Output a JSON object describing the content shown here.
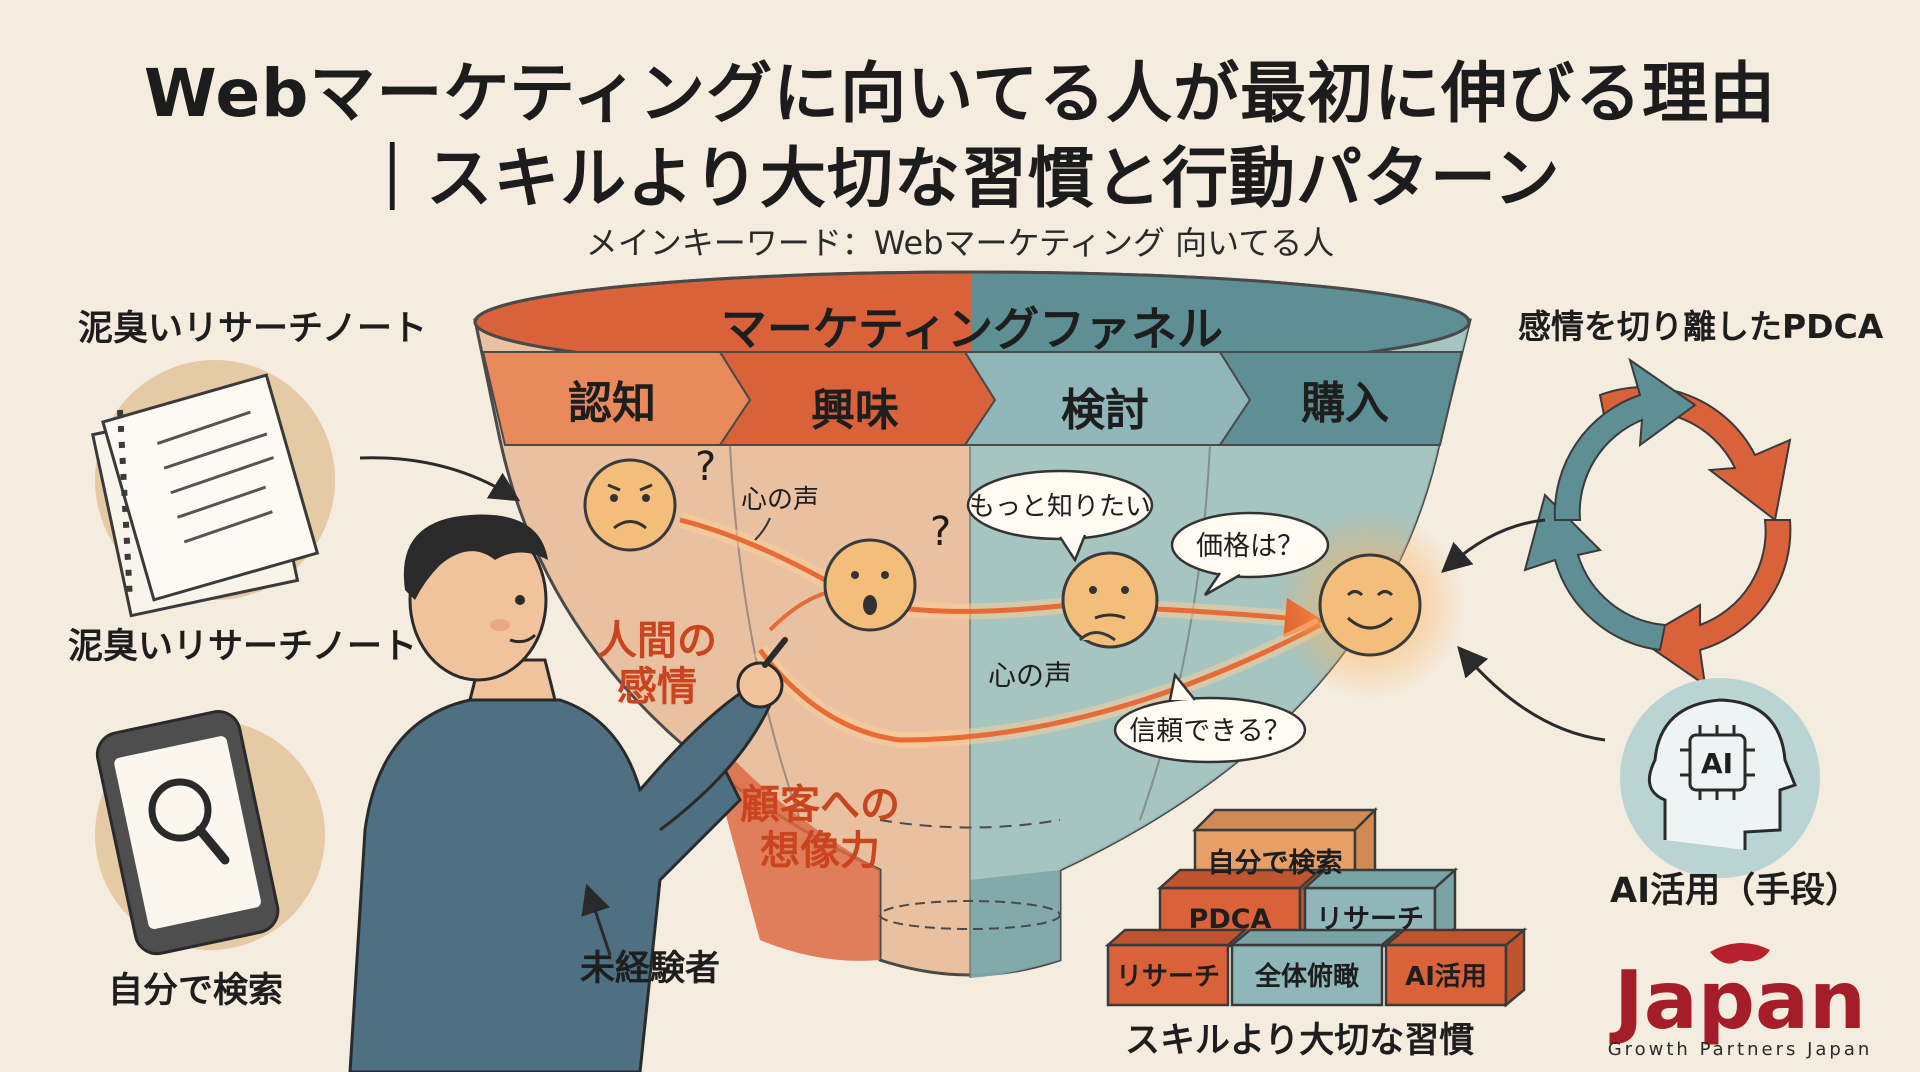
{
  "header": {
    "title_line1": "Webマーケティングに向いてる人が最初に伸びる理由",
    "title_line2": "｜スキルより大切な習慣と行動パターン",
    "subtitle": "メインキーワード：Webマーケティング 向いてる人"
  },
  "funnel": {
    "title": "マーケティングファネル",
    "stages": [
      "認知",
      "興味",
      "検討",
      "購入"
    ],
    "voices": {
      "voice1": "心の声",
      "voice2": "心の声",
      "bubble_know": "もっと知りたい",
      "bubble_price": "価格は？",
      "bubble_trust": "信頼できる？"
    },
    "emotion_label": [
      "人間の",
      "感情"
    ],
    "imagination_label": [
      "顧客への",
      "想像力"
    ]
  },
  "left": {
    "notes_label_top": "泥臭いリサーチノート",
    "notes_label_bottom": "泥臭いリサーチノート",
    "search_label": "自分で検索",
    "beginner_label": "未経験者"
  },
  "right": {
    "pdca_label": "感情を切り離したPDCA",
    "ai_icon_text": "AI",
    "ai_label": "AI活用（手段）"
  },
  "blocks": {
    "items": [
      "自分で検索",
      "PDCA",
      "リサーチ",
      "リサーチ",
      "全体俯瞰",
      "AI活用"
    ],
    "caption": "スキルより大切な習慣"
  },
  "logo": {
    "text": "Japan",
    "tagline": "Growth Partners Japan"
  },
  "colors": {
    "background": "#f4ecdf",
    "accent_orange": "#d9623a",
    "accent_teal": "#5e8f95",
    "emotion_red": "#c9441f"
  }
}
